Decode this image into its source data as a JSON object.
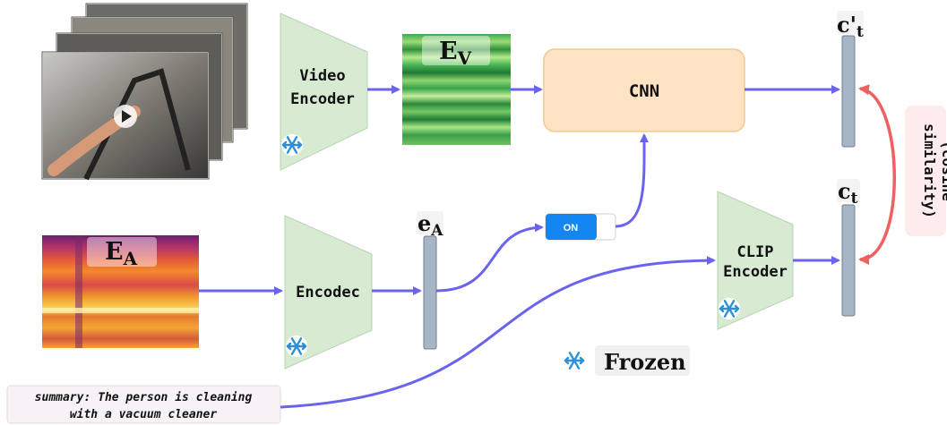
{
  "video_encoder": {
    "line1": "Video",
    "line2": "Encoder"
  },
  "ev_label": {
    "main": "E",
    "sub": "V"
  },
  "cnn": {
    "label": "CNN"
  },
  "c_prime_t": {
    "main": "c'",
    "sub": "t"
  },
  "cosine": {
    "line1": "(cosine",
    "line2": "similarity)"
  },
  "ea_big": {
    "main": "E",
    "sub": "A"
  },
  "encodec": {
    "label": "Encodec"
  },
  "ea_small": {
    "main": "e",
    "sub": "A"
  },
  "toggle": {
    "label": "ON"
  },
  "clip_encoder": {
    "line1": "CLIP",
    "line2": "Encoder"
  },
  "c_t": {
    "main": "c",
    "sub": "t"
  },
  "legend": {
    "frozen": "Frozen"
  },
  "summary": {
    "line1": "summary: The person is cleaning",
    "line2": "with a vacuum cleaner"
  },
  "colors": {
    "arrow": "#6a63f0",
    "similarity_arrow": "#f06060",
    "encoder_fill": "#d7ebd3",
    "cnn_fill": "#fde2c4",
    "bar_fill": "#a7b6c6"
  }
}
